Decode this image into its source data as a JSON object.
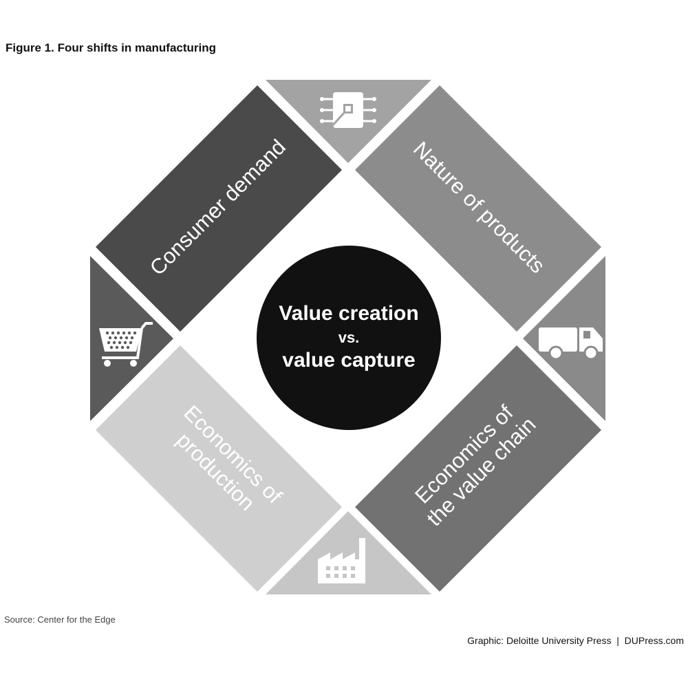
{
  "figure": {
    "title": "Figure 1. Four shifts in manufacturing",
    "source": "Source: Center for the Edge",
    "credit": "Graphic: Deloitte University Press  |  DUPress.com"
  },
  "center": {
    "line1": "Value creation",
    "line2": "vs.",
    "line3": "value capture",
    "color": "#111111"
  },
  "shifts": [
    {
      "label": "Consumer demand",
      "color": "#4a4a4a"
    },
    {
      "label": "Nature of products",
      "color": "#8c8c8c"
    },
    {
      "label_line1": "Economics of",
      "label_line2": "the value chain",
      "color": "#727272"
    },
    {
      "label_line1": "Economics of",
      "label_line2": "production",
      "color": "#cfcfcf"
    }
  ],
  "icons": [
    {
      "name": "chip-icon",
      "color": "#a3a3a3"
    },
    {
      "name": "truck-icon",
      "color": "#8a8a8a"
    },
    {
      "name": "factory-icon",
      "color": "#c6c6c6"
    },
    {
      "name": "shopping-cart-icon",
      "color": "#5a5a5a"
    }
  ]
}
